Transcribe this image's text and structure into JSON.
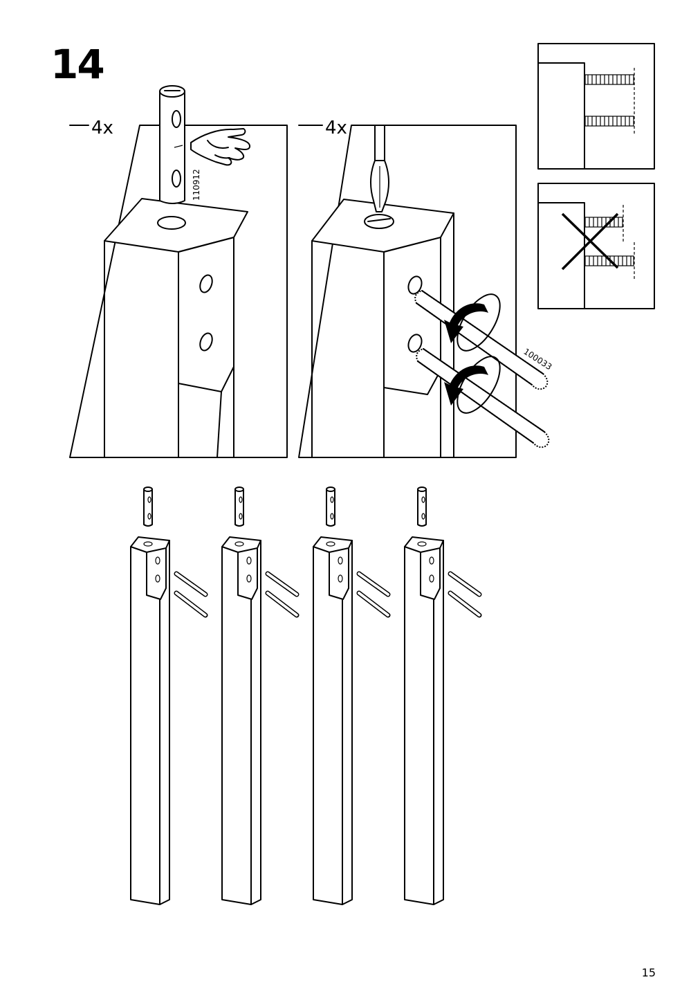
{
  "step": {
    "number": "14"
  },
  "panels": {
    "dowel_insert": {
      "quantity": "4x",
      "part_number": "110912"
    },
    "bolt_insert": {
      "quantity": "4x",
      "part_number": "100033"
    }
  },
  "checks": {
    "correct": {
      "status": "correct"
    },
    "incorrect": {
      "status": "incorrect"
    }
  },
  "legs": [
    {
      "id": "leg-1"
    },
    {
      "id": "leg-2"
    },
    {
      "id": "leg-3"
    },
    {
      "id": "leg-4"
    }
  ],
  "footer": {
    "page_number": "15"
  }
}
